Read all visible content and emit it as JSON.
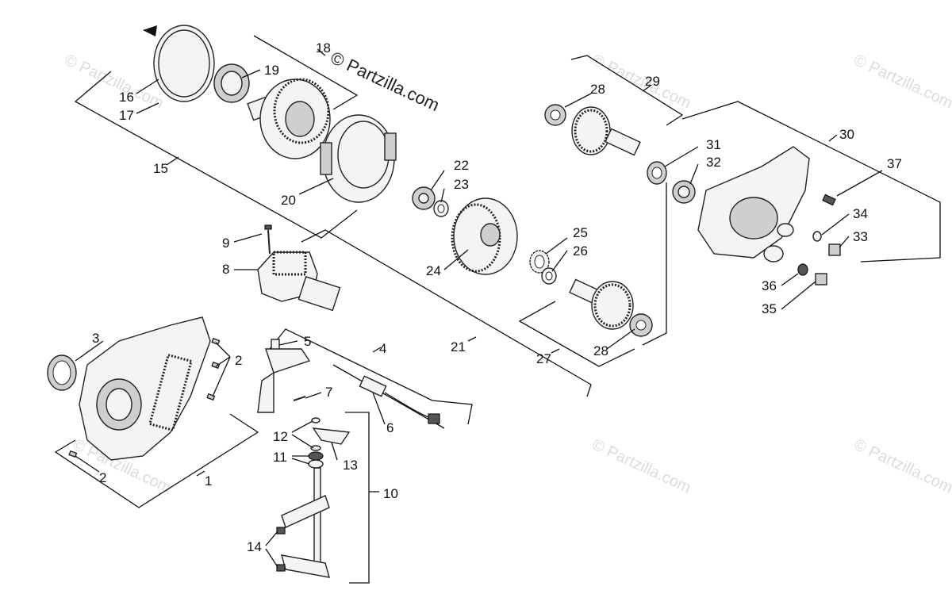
{
  "watermarks": {
    "main": "© Partzilla.com",
    "faint": "© Partzilla.com"
  },
  "callouts": [
    "1",
    "2",
    "2",
    "3",
    "4",
    "5",
    "6",
    "7",
    "8",
    "9",
    "10",
    "11",
    "12",
    "13",
    "14",
    "15",
    "16",
    "17",
    "18",
    "19",
    "20",
    "21",
    "22",
    "23",
    "24",
    "25",
    "26",
    "27",
    "28",
    "28",
    "29",
    "30",
    "31",
    "32",
    "33",
    "34",
    "35",
    "36",
    "37"
  ],
  "colors": {
    "line": "#111111",
    "watermark": "#dcdcdc",
    "background": "#ffffff"
  }
}
